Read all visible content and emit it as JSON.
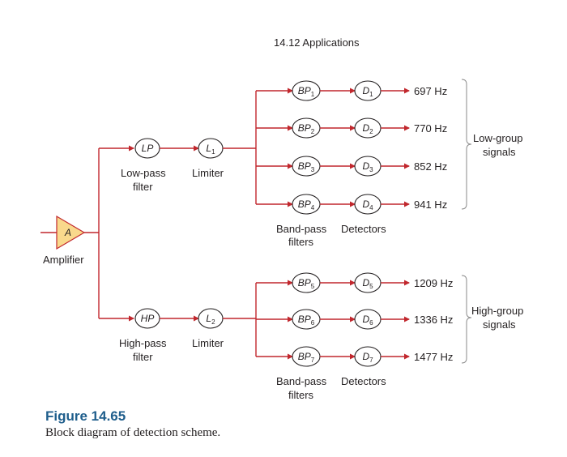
{
  "header": "14.12 Applications",
  "amplifier": {
    "symbol": "A",
    "label": "Amplifier"
  },
  "low_group": {
    "filter": {
      "main": "LP",
      "label_line1": "Low-pass",
      "label_line2": "filter"
    },
    "limiter": {
      "main": "L",
      "sub": "1",
      "label": "Limiter"
    },
    "bandpass": [
      {
        "main": "BP",
        "sub": "1"
      },
      {
        "main": "BP",
        "sub": "2"
      },
      {
        "main": "BP",
        "sub": "3"
      },
      {
        "main": "BP",
        "sub": "4"
      }
    ],
    "detectors": [
      {
        "main": "D",
        "sub": "1"
      },
      {
        "main": "D",
        "sub": "2"
      },
      {
        "main": "D",
        "sub": "3"
      },
      {
        "main": "D",
        "sub": "4"
      }
    ],
    "frequencies": [
      "697 Hz",
      "770 Hz",
      "852 Hz",
      "941 Hz"
    ],
    "bp_label_line1": "Band-pass",
    "bp_label_line2": "filters",
    "det_label": "Detectors",
    "group_label_line1": "Low-group",
    "group_label_line2": "signals"
  },
  "high_group": {
    "filter": {
      "main": "HP",
      "label_line1": "High-pass",
      "label_line2": "filter"
    },
    "limiter": {
      "main": "L",
      "sub": "2",
      "label": "Limiter"
    },
    "bandpass": [
      {
        "main": "BP",
        "sub": "5"
      },
      {
        "main": "BP",
        "sub": "6"
      },
      {
        "main": "BP",
        "sub": "7"
      }
    ],
    "detectors": [
      {
        "main": "D",
        "sub": "5"
      },
      {
        "main": "D",
        "sub": "6"
      },
      {
        "main": "D",
        "sub": "7"
      }
    ],
    "frequencies": [
      "1209 Hz",
      "1336 Hz",
      "1477 Hz"
    ],
    "bp_label_line1": "Band-pass",
    "bp_label_line2": "filters",
    "det_label": "Detectors",
    "group_label_line1": "High-group",
    "group_label_line2": "signals"
  },
  "caption": {
    "title": "Figure 14.65",
    "text": "Block diagram of detection scheme."
  },
  "colors": {
    "wire": "#c1272d",
    "amplifier_fill": "#f9d98c",
    "title": "#1f5e8c"
  }
}
